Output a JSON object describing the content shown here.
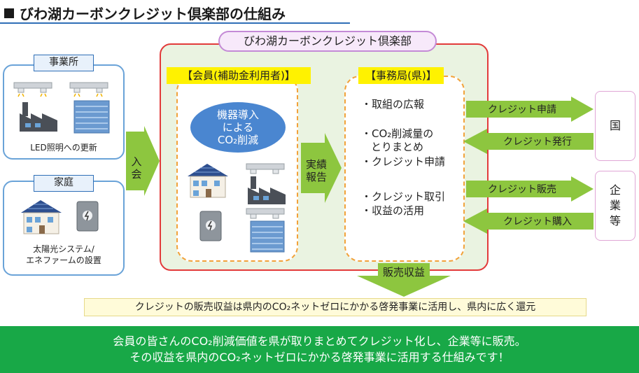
{
  "title": "びわ湖カーボンクレジット倶楽部の仕組み",
  "club": {
    "label": "びわ湖カーボンクレジット倶楽部"
  },
  "office": {
    "label": "事業所",
    "caption": "LED照明への更新"
  },
  "home": {
    "label": "家庭",
    "caption_line1": "太陽光システム/",
    "caption_line2": "エネファームの設置"
  },
  "join": {
    "char1": "入",
    "char2": "会"
  },
  "member": {
    "label": "【会員(補助金利用者)】",
    "oval_line1": "機器導入",
    "oval_line2": "による",
    "oval_line3": "CO₂削減"
  },
  "report": {
    "line1": "実績",
    "line2": "報告"
  },
  "secretariat": {
    "label": "【事務局(県)】",
    "item1": "・取組の広報",
    "item2a": "・CO₂削減量の",
    "item2b": "とりまとめ",
    "item3": "・クレジット申請",
    "item4": "・クレジット取引",
    "item5": "・収益の活用"
  },
  "arrows": {
    "apply": "クレジット申請",
    "issue": "クレジット発行",
    "sell": "クレジット販売",
    "buy": "クレジット購入",
    "revenue": "販売収益"
  },
  "country": "国",
  "company": {
    "c1": "企",
    "c2": "業",
    "c3": "等"
  },
  "note": "クレジットの販売収益は県内のCO₂ネットゼロにかかる啓発事業に活用し、県内に広く還元",
  "footer": {
    "line1": "会員の皆さんのCO₂削減価値を県が取りまとめてクレジット化し、企業等に販売。",
    "line2": "その収益を県内のCO₂ネットゼロにかかる啓発事業に活用する仕組みです！"
  },
  "colors": {
    "arrow_green": "#8dc63f",
    "club_border": "#e23a3a",
    "footer_green": "#18a847",
    "oval_blue": "#4a86d0",
    "highlight": "#fff200"
  },
  "icons": [
    "led-light-icon",
    "factory-icon",
    "office-building-icon",
    "solar-house-icon",
    "fuel-cell-unit-icon"
  ]
}
